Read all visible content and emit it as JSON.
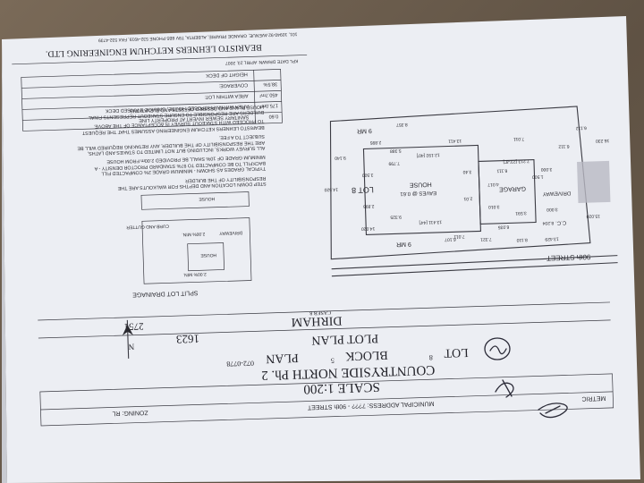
{
  "company": {
    "name": "BEARISTO LEHNERS KETCHUM ENGINEERING LTD.",
    "address": "101, 10940-92 AVENUE, GRANDE PRAIRIE, ALBERTA, T8V 6B5 PHONE 532-4919, FAX 532-4739"
  },
  "date_line": "KPL   DATE DRAWN: APRIL 23, 2007",
  "info_table": {
    "rows": [
      {
        "label": "SANITARY SEWER INVERT AT PROPERTY LINE",
        "value": "0.60"
      },
      {
        "label": "AREA WITHIN PROPOSED HOUSE, GARAGE & RAISED DECK",
        "value": "175.0m²"
      },
      {
        "label": "AREA WITHIN LOT:",
        "value": "450.7m²"
      },
      {
        "label": "COVERAGE:",
        "value": "38.5%"
      },
      {
        "label": "HEIGHT OF DECK",
        "value": ""
      }
    ]
  },
  "notes": {
    "builders": "BUILDERS ARE RESPONSIBLE TO ENSURE STAKEOUT REPRESENTS FINAL HOUSE PLANS AND DESIRED OFFSETS AND ELEVATIONS.",
    "assume": "BEARISTO LEHNERS KETCHUM ENGINEERING ASSUMES THAT THE REQUEST TO PROCEED WITH STAKEOUT SURVEY IS ACCEPTANCE OF THE ABOVE.",
    "survey": "ALL SURVEY WORKS, INCLUDING BUT NOT LIMITED TO STAKES AND LATHS, ARE THE RESPONSIBILITY OF THE BUILDER. ANY RETAKING REQUIRED WILL BE SUBJECT TO A FEE.",
    "typical": "TYPICAL GRADES AS SHOWN - MINIMUM GRADE 2% COMPACTED FILL BACKFILL TO BE COMPACTED TO 97% STANDARD PROCTOR DENSITY - A MINIMUM GRADE OF 10% SHALL BE PROVIDED 2.00m FROM HOUSE",
    "stepdown": "STEP DOWN LOCATION AND DEPTHS FOR WALKOUTS ARE THE RESPONSIBILITY OF THE BUILDER"
  },
  "detail": {
    "house": "HOUSE",
    "driveway": "DRIVEWAY",
    "curb": "CURB AND GUTTER",
    "min1": "2.00% MIN.",
    "min2": "2.00% MIN.",
    "caption": "SPLIT LOT DRAINAGE"
  },
  "north": "N",
  "plan": {
    "lot_label": "LOT 8",
    "house_label": "HOUSE",
    "eaves": "EAVES @ 0.61",
    "garage": "GARAGE",
    "driveway": "DRIVEWAY",
    "street": "90th STREET",
    "mr_top": "9 MR",
    "mr_bottom": "9 MR",
    "cc": "C.C.",
    "dims": [
      "13.429",
      "8.110",
      "7.321",
      "6.107",
      "6.112",
      "15.020",
      "6.112",
      "16.230",
      "14.020",
      "8.357",
      "13.411",
      "7.011",
      "7.011",
      "8.204",
      "6.035",
      "3.000",
      "9.325",
      "7.799",
      "5.388",
      "2.895",
      "6.111",
      "12.192 [40']",
      "13.411 [44']",
      "3.000",
      "7.213 [23'-8\"]",
      "4.017",
      "3.010",
      "3.591",
      "1.500",
      "2.895",
      "3.500",
      "2.01",
      "3.40",
      "14.520",
      "9.140"
    ]
  },
  "title_block": {
    "legal": "METRIC",
    "municipal": "MUNICIPAL ADDRESS: 7??? - 90th STREET",
    "zoning": "ZONING: RL",
    "scale": "SCALE 1:200",
    "subdivision": "COUNTRYSIDE NORTH Ph. 2",
    "lot_prefix": "LOT",
    "lot_value": "8",
    "block_prefix": "BLOCK",
    "block_value": "5",
    "plan_prefix": "PLAN",
    "plan_value": "072-0778",
    "sheet_title": "PLOT PLAN",
    "job_no": "1623",
    "client": "DIRHAM",
    "client_sub": "CASEB 8",
    "file_no": "2751"
  }
}
